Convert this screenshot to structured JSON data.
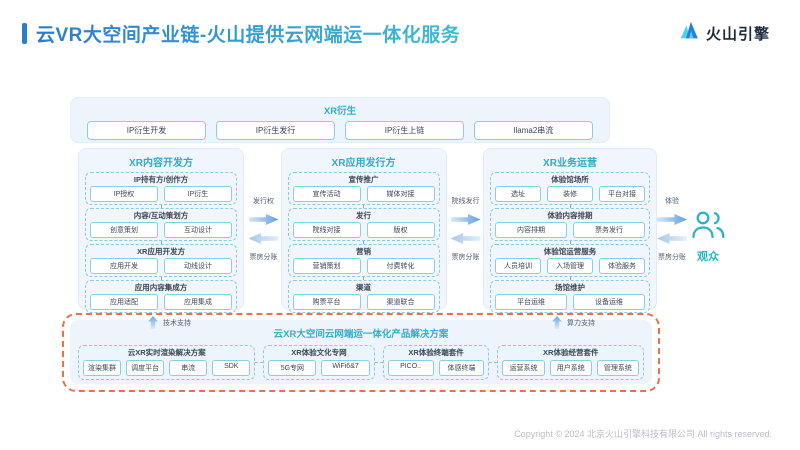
{
  "header": {
    "title": "云VR大空间产业链-火山提供云网端运一体化服务",
    "logo_text": "火山引擎"
  },
  "colors": {
    "accent_blue": "#2e7cd0",
    "teal": "#36adc4",
    "orange_dashed_border": "#e8734a",
    "arrow_blue": "#5e9fdb"
  },
  "derivative": {
    "title": "XR衍生",
    "items": [
      "IP衍生开发",
      "IP衍生发行",
      "IP衍生上链",
      "llama2串流"
    ]
  },
  "columns": [
    {
      "title": "XR内容开发方",
      "sections": [
        {
          "title": "IP持有方/创作方",
          "items": [
            "IP授权",
            "IP衍生"
          ]
        },
        {
          "title": "内容/互动策划方",
          "items": [
            "创意策划",
            "互动设计"
          ]
        },
        {
          "title": "XR应用开发方",
          "items": [
            "应用开发",
            "动线设计"
          ]
        },
        {
          "title": "应用内容集成方",
          "items": [
            "应用适配",
            "应用集成"
          ]
        }
      ]
    },
    {
      "title": "XR应用发行方",
      "sections": [
        {
          "title": "宣传推广",
          "items": [
            "宣传活动",
            "媒体对接"
          ]
        },
        {
          "title": "发行",
          "items": [
            "院线对接",
            "版权"
          ]
        },
        {
          "title": "营销",
          "items": [
            "营销策划",
            "付费转化"
          ]
        },
        {
          "title": "渠道",
          "items": [
            "购票平台",
            "渠道联合"
          ]
        }
      ]
    },
    {
      "title": "XR业务运营",
      "sections": [
        {
          "title": "体验馆场所",
          "items": [
            "选址",
            "装修",
            "平台对接"
          ]
        },
        {
          "title": "体验内容排期",
          "items": [
            "内容排期",
            "票务发行"
          ]
        },
        {
          "title": "体验馆运营服务",
          "items": [
            "人员培训",
            "入场管理",
            "体验服务"
          ]
        },
        {
          "title": "场馆维护",
          "items": [
            "平台运维",
            "设备运维"
          ]
        }
      ]
    }
  ],
  "flows": [
    {
      "forward": "发行权",
      "back": "票房分账"
    },
    {
      "forward": "院线发行",
      "back": "票房分账"
    },
    {
      "forward": "体验",
      "back": "票房分账"
    }
  ],
  "audience": {
    "label": "观众"
  },
  "supports": [
    {
      "label": "技术支持"
    },
    {
      "label": "算力支持"
    }
  ],
  "solution": {
    "title": "云XR大空间云网端运一体化产品解决方案",
    "groups": [
      {
        "title": "云XR实时渲染解决方案",
        "items": [
          "渲染集群",
          "调度平台",
          "串流",
          "SDK"
        ]
      },
      {
        "title": "XR体验文化专网",
        "items": [
          "5G专网",
          "WiFi6&7"
        ]
      },
      {
        "title": "XR体验终端套件",
        "items": [
          "PICO..",
          "体感终端"
        ]
      },
      {
        "title": "XR体验经营套件",
        "items": [
          "运营系统",
          "用户系统",
          "管理系统"
        ]
      }
    ]
  },
  "footer": {
    "copyright": "Copyright © 2024 北京火山引擎科技有限公司 All rights reserved."
  }
}
